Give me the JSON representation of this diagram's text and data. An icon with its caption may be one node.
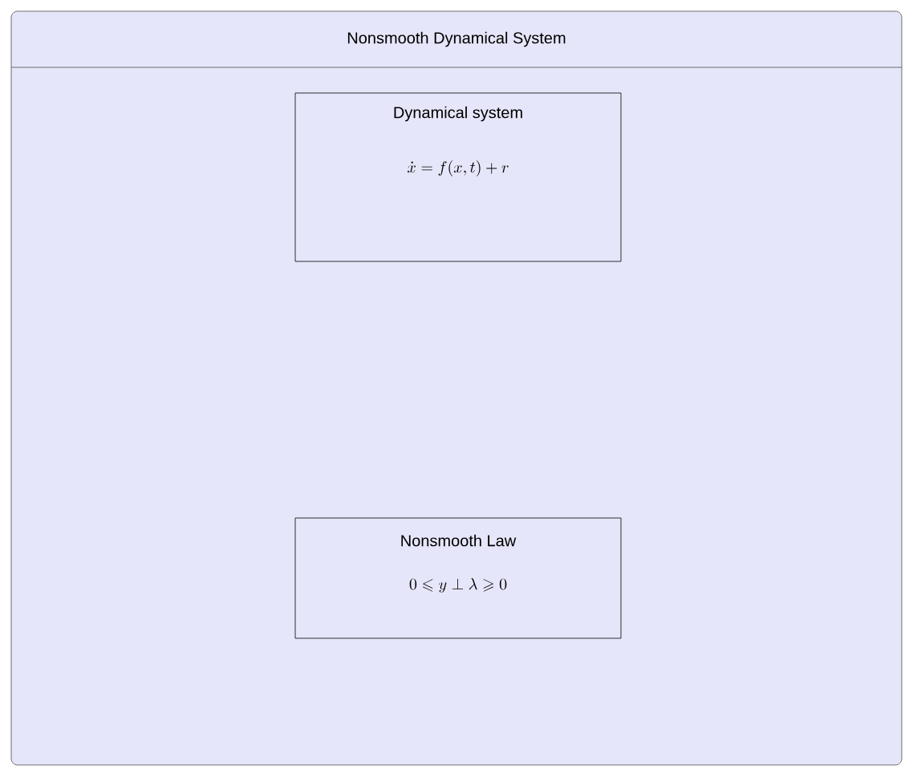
{
  "diagram": {
    "nodes": [
      {
        "text": [
          "Nonsmooth Dynamical System"
        ]
      },
      {
        "text": [
          "Dynamical system",
          "\\dot{x} = f(x,t) + r"
        ],
        "in": 0
      },
      {
        "text": [
          "Nonsmooth Law",
          "0 \\leqslant y \\perp \\lambda \\geqslant 0"
        ],
        "in": 0
      }
    ]
  }
}
